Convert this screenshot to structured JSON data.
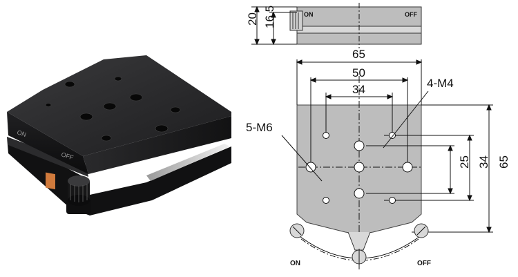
{
  "photo": {
    "on_label": "ON",
    "off_label": "OFF"
  },
  "side_view": {
    "dim_total_height": "20",
    "dim_body_height": "16.5",
    "on_label": "ON",
    "off_label": "OFF"
  },
  "top_view": {
    "dim_width": "65",
    "dim_outer_spacing": "50",
    "dim_inner_spacing": "34",
    "dim_height": "65",
    "dim_vert_outer": "34",
    "dim_vert_inner": "25",
    "label_m4": "4-M4",
    "label_m6": "5-M6",
    "on_label": "ON",
    "off_label": "OFF"
  }
}
